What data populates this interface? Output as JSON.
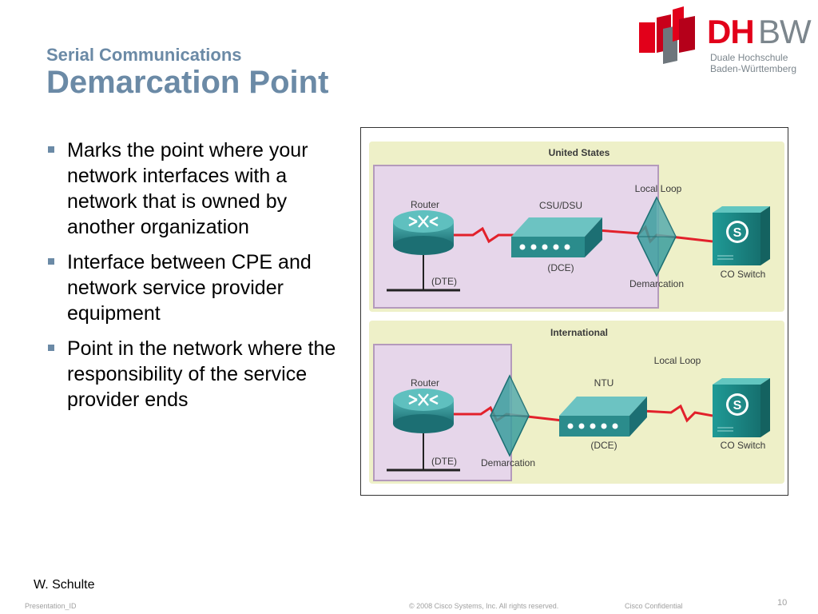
{
  "header": {
    "subtitle": "Serial Communications",
    "title": "Demarcation Point"
  },
  "logo": {
    "mark": "DH",
    "mark2": "BW",
    "line1": "Duale Hochschule",
    "line2": "Baden-Württemberg",
    "icon": "dhbw-logo-icon",
    "colors": {
      "red": "#e2001a",
      "gray": "#7c868d"
    }
  },
  "bullets": [
    "Marks the point where your network interfaces with a network that is owned by another organization",
    "Interface between CPE and network service provider equipment",
    "Point in the network where the responsibility of the service provider ends"
  ],
  "diagram": {
    "panel_us": {
      "title": "United States",
      "router_label": "Router",
      "dte_label": "(DTE)",
      "device_label": "CSU/DSU",
      "dce_label": "(DCE)",
      "local_loop_label": "Local Loop",
      "demarcation_label": "Demarcation",
      "switch_label": "CO Switch"
    },
    "panel_intl": {
      "title": "International",
      "router_label": "Router",
      "dte_label": "(DTE)",
      "device_label": "NTU",
      "dce_label": "(DCE)",
      "local_loop_label": "Local Loop",
      "demarcation_label": "Demarcation",
      "switch_label": "CO Switch"
    },
    "switch_glyph": "S",
    "colors": {
      "panel_bg": "#eef0c8",
      "customer_bg": "#e6d6ea",
      "customer_border": "#b49abc",
      "device_teal": "#2b8c8c",
      "link_red": "#e2212b"
    }
  },
  "footer": {
    "author": "W. Schulte",
    "presentation_id": "Presentation_ID",
    "copyright": "© 2008 Cisco Systems, Inc. All rights reserved.",
    "confidential": "Cisco Confidential",
    "page": "10"
  }
}
